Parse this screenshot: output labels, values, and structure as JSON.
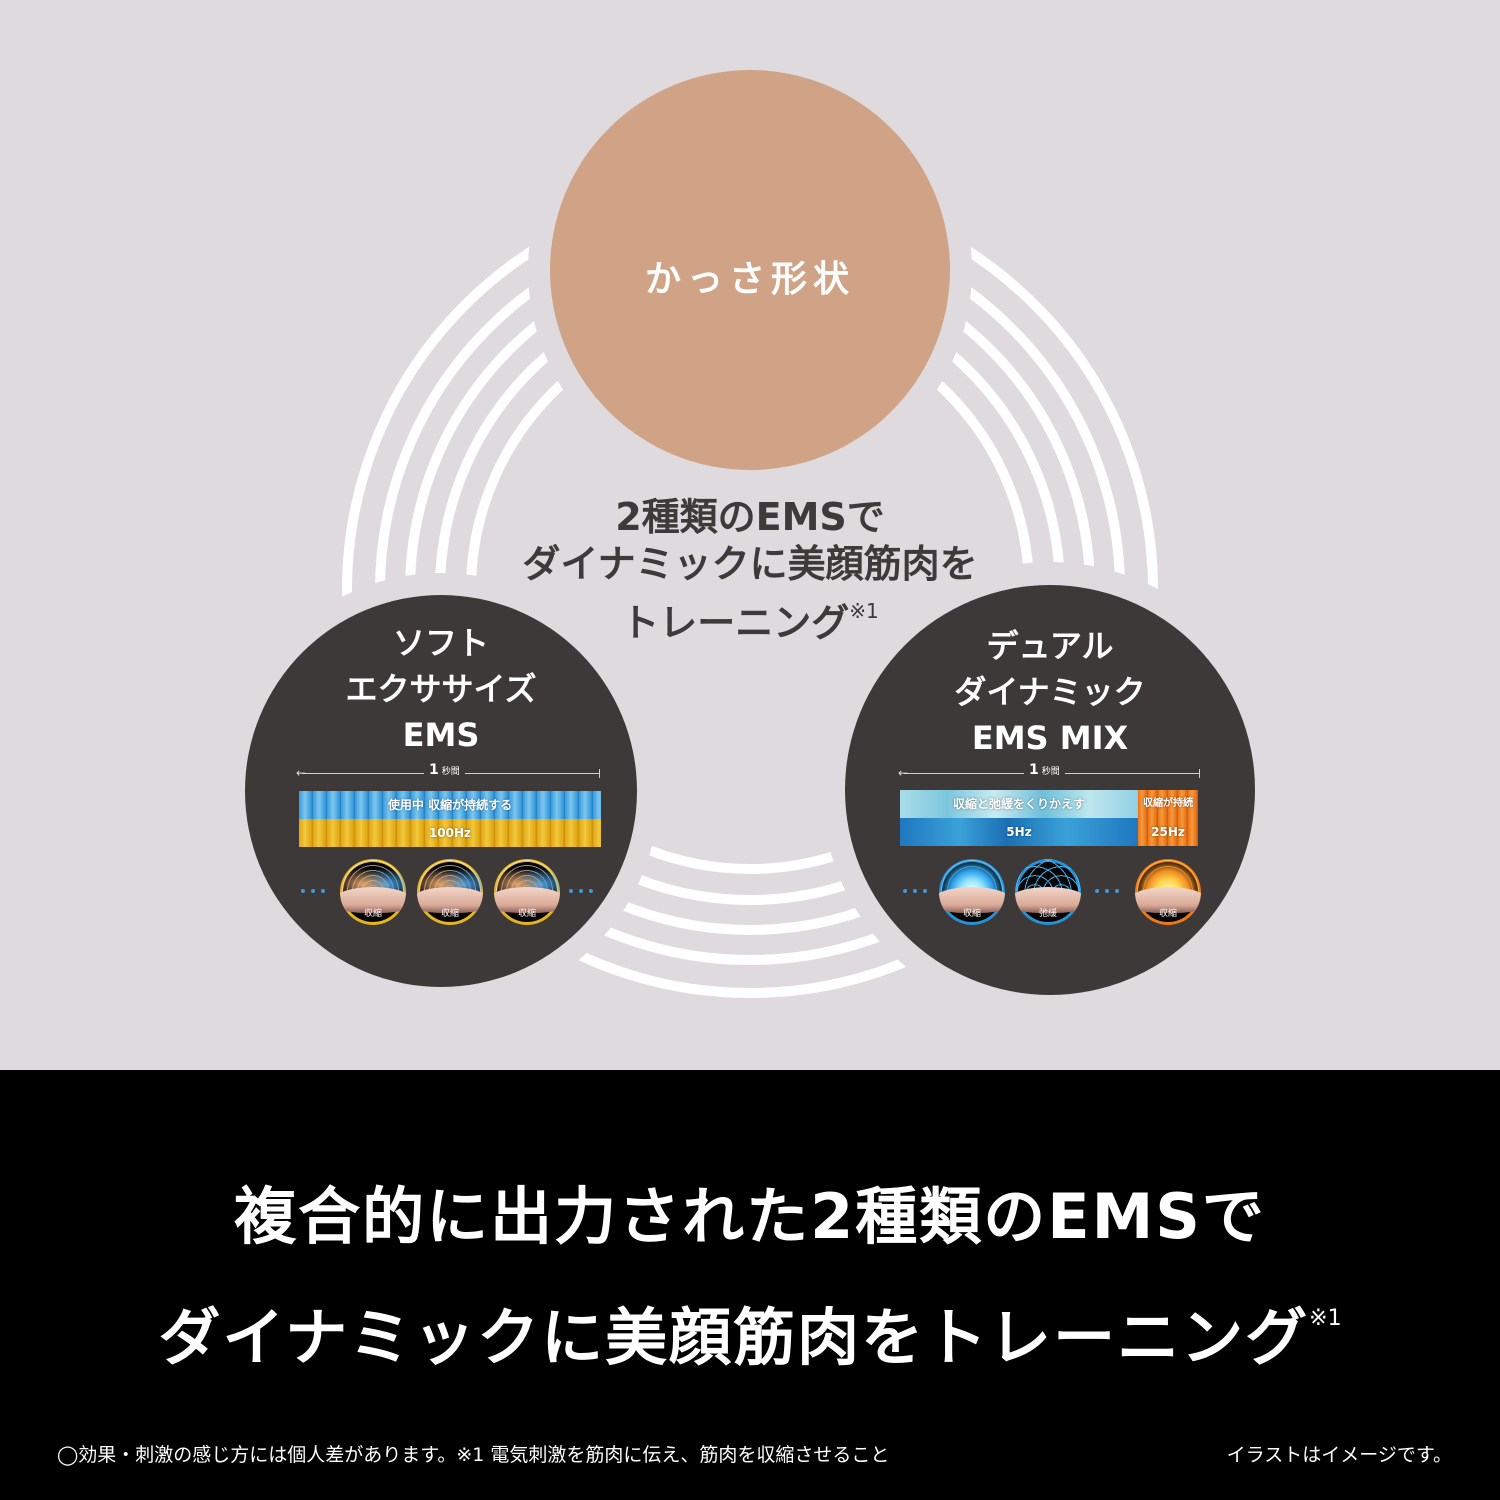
{
  "colors": {
    "background": "#dfdadd",
    "top_circle": "#d0a386",
    "dark_circle": "#3d3938",
    "band": "#000000",
    "center_text": "#3e3a3a"
  },
  "top_circle": {
    "label": "かっさ形状"
  },
  "center_text": {
    "line1": "2種類のEMSで",
    "line2": "ダイナミックに美顔筋肉を",
    "line3": "トレーニング",
    "note_mark": "※1"
  },
  "left_circle": {
    "title_line1": "ソフト",
    "title_line2": "エクササイズ",
    "title_line3": "EMS",
    "timeline": {
      "value": "1",
      "unit": "秒間"
    },
    "bar": {
      "top_text": "使用中 収縮が持続する",
      "bottom_text": "100Hz"
    },
    "illustrations": [
      {
        "label": "収縮",
        "icon": "muscle-contract-icon"
      },
      {
        "label": "収縮",
        "icon": "muscle-contract-icon"
      },
      {
        "label": "収縮",
        "icon": "muscle-contract-icon"
      }
    ]
  },
  "right_circle": {
    "title_line1": "デュアル",
    "title_line2": "ダイナミック",
    "title_line3": "EMS MIX",
    "timeline": {
      "value": "1",
      "unit": "秒間"
    },
    "bar": {
      "segment1_top": "収縮と弛緩をくりかえす",
      "segment1_bottom": "5Hz",
      "segment2_top": "収縮が持続",
      "segment2_bottom": "25Hz"
    },
    "illustrations": [
      {
        "label": "収縮",
        "icon": "muscle-contract-icon"
      },
      {
        "label": "弛緩",
        "icon": "muscle-relax-icon"
      },
      {
        "label": "収縮",
        "icon": "muscle-contract-icon"
      }
    ]
  },
  "headline": {
    "line1": "複合的に出力された2種類のEMSで",
    "line2": "ダイナミックに美顔筋肉をトレーニング",
    "note_mark": "※1"
  },
  "footnotes": {
    "left": "◯効果・刺激の感じ方には個人差があります。※1 電気刺激を筋肉に伝え、筋肉を収縮させること",
    "right": "イラストはイメージです。"
  }
}
